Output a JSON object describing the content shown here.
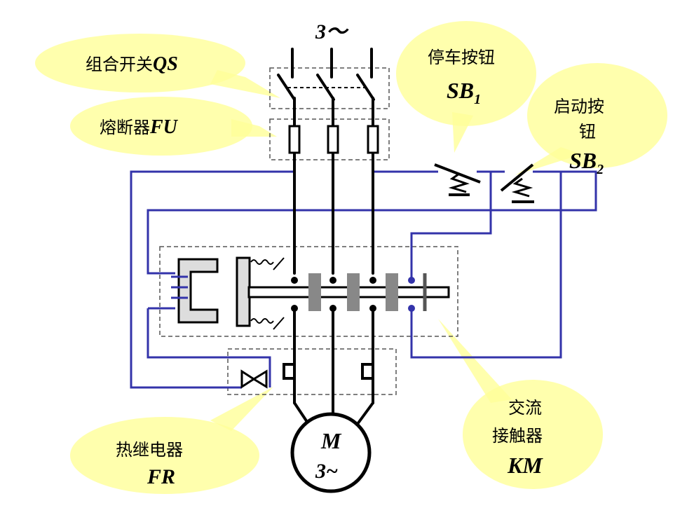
{
  "supply_label": "3～",
  "labels": {
    "qs": {
      "cn": "组合开关",
      "code": "QS"
    },
    "fu": {
      "cn": "熔断器",
      "code": "FU"
    },
    "sb1": {
      "cn": "停车按钮",
      "code": "SB",
      "sub": "1"
    },
    "sb2": {
      "line1": "启动按",
      "line2": "钮",
      "code": "SB",
      "sub": "2"
    },
    "fr": {
      "cn": "热继电器",
      "code": "FR"
    },
    "km": {
      "line1": "交流",
      "line2": "接触器",
      "code": "KM"
    }
  },
  "motor": {
    "letter": "M",
    "phase": "3~"
  },
  "colors": {
    "callout": "#ffff99",
    "control_wire": "#3333aa",
    "power_wire": "#000000"
  }
}
